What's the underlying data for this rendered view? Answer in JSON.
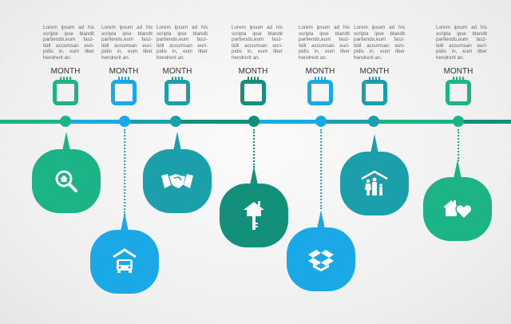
{
  "colors": {
    "green": "#1cb386",
    "blue": "#1ba8e6",
    "teal": "#1a9fab",
    "dark_teal": "#12907a"
  },
  "timeline": {
    "items": [
      {
        "month": "MONTH",
        "text": "Lorem ipsum ad his scripta ipse blandit partiendo,eum fasz-tidil accumsan euri-pidis in, eum liber hendrerit an.",
        "icon": "home-search-icon",
        "color": "green"
      },
      {
        "month": "MONTH",
        "text": "Lorem ipsum ad his scripta ipse blandit partiendo,eum fasz-tidil accumsan euri-pidis in, eum liber hendrerit an.",
        "icon": "car-garage-icon",
        "color": "blue"
      },
      {
        "month": "MONTH",
        "text": "Lorem ipsum ad his scripta ipse blandit partiendo,eum fasz-tidil accumsan euri-pidis in, eum liber hendrerit an.",
        "icon": "handshake-icon",
        "color": "teal"
      },
      {
        "month": "MONTH",
        "text": "Lorem ipsum ad his scripta ipse blandit partiendo,eum fasz-tidil accumsan euri-pidis in, eum liber hendrerit an.",
        "icon": "house-key-icon",
        "color": "dark_teal"
      },
      {
        "month": "MONTH",
        "text": "Lorem ipsum ad his scripta ipse blandit partiendo,eum fasz-tidil accumsan euri-pidis in, eum liber hendrerit an.",
        "icon": "open-box-icon",
        "color": "blue"
      },
      {
        "month": "MONTH",
        "text": "Lorem ipsum ad his scripta ipse blandit partiendo,eum fasz-tidil accumsan euri-pidis in, eum liber hendrerit an.",
        "icon": "family-home-icon",
        "color": "teal"
      },
      {
        "month": "MONTH",
        "text": "Lorem ipsum ad his scripta ipse blandit partiendo,eum fasz-tidil accumsan euri-pidis in, eum liber hendrerit an.",
        "icon": "home-heart-icon",
        "color": "green"
      }
    ]
  }
}
